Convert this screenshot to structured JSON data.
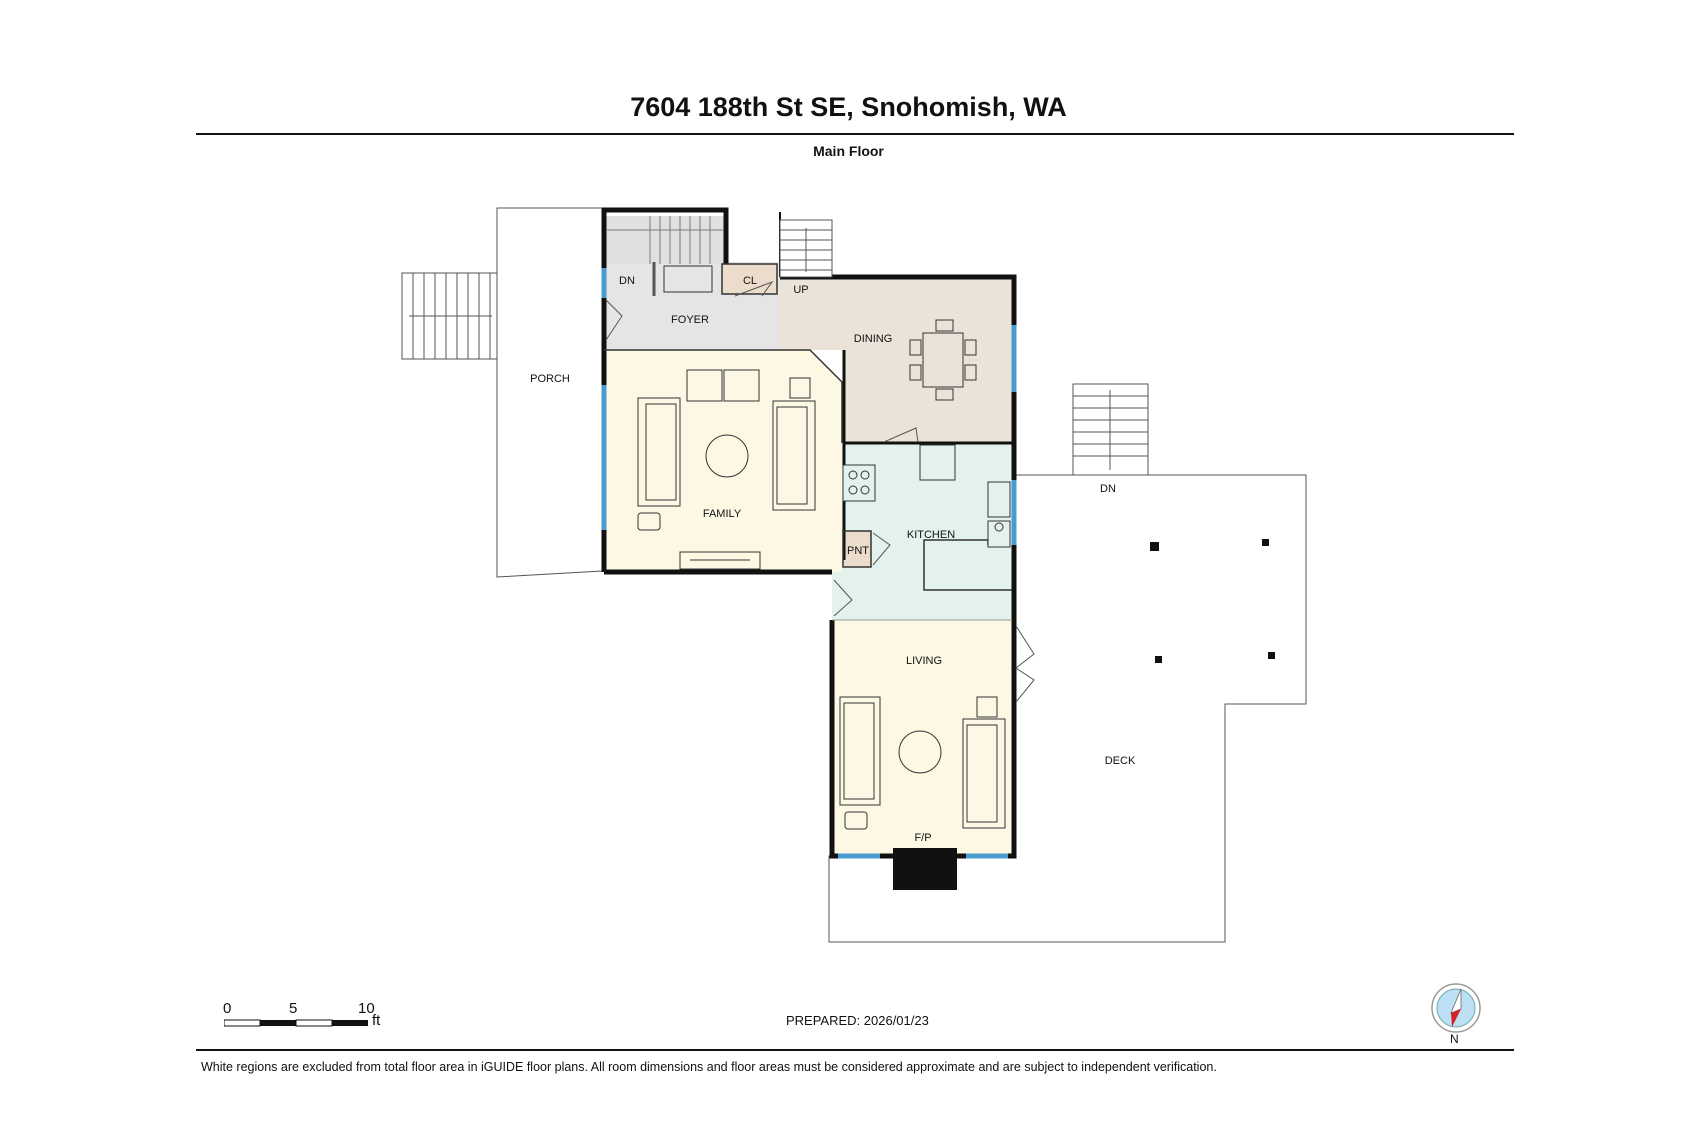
{
  "title": "7604 188th St SE, Snohomish, WA",
  "floor_label": "Main Floor",
  "rooms": {
    "porch": "PORCH",
    "foyer": "FOYER",
    "dining": "DINING",
    "family": "FAMILY",
    "kitchen": "KITCHEN",
    "living": "LIVING",
    "deck": "DECK",
    "closet": "CL",
    "pantry": "PNT"
  },
  "stair_labels": {
    "foyer_down": "DN",
    "dining_up": "UP",
    "deck_down": "DN"
  },
  "fireplace_label": "F/P",
  "scale_bar": {
    "ticks": [
      "0",
      "5",
      "10"
    ],
    "unit": "ft"
  },
  "prepared": "PREPARED: 2026/01/23",
  "disclaimer": "White regions are excluded from total floor area in iGUIDE floor plans. All room dimensions and floor areas must be considered approximate and are subject to independent verification.",
  "compass_label": "N",
  "colors": {
    "family": "#fdf8e4",
    "living": "#fdf8e4",
    "dining": "#ece3d8",
    "kitchen": "#e3f2ec",
    "foyer": "#e5e5e5",
    "closet": "#ecdccc",
    "window": "#4a9bd0",
    "wall": "#111111"
  }
}
